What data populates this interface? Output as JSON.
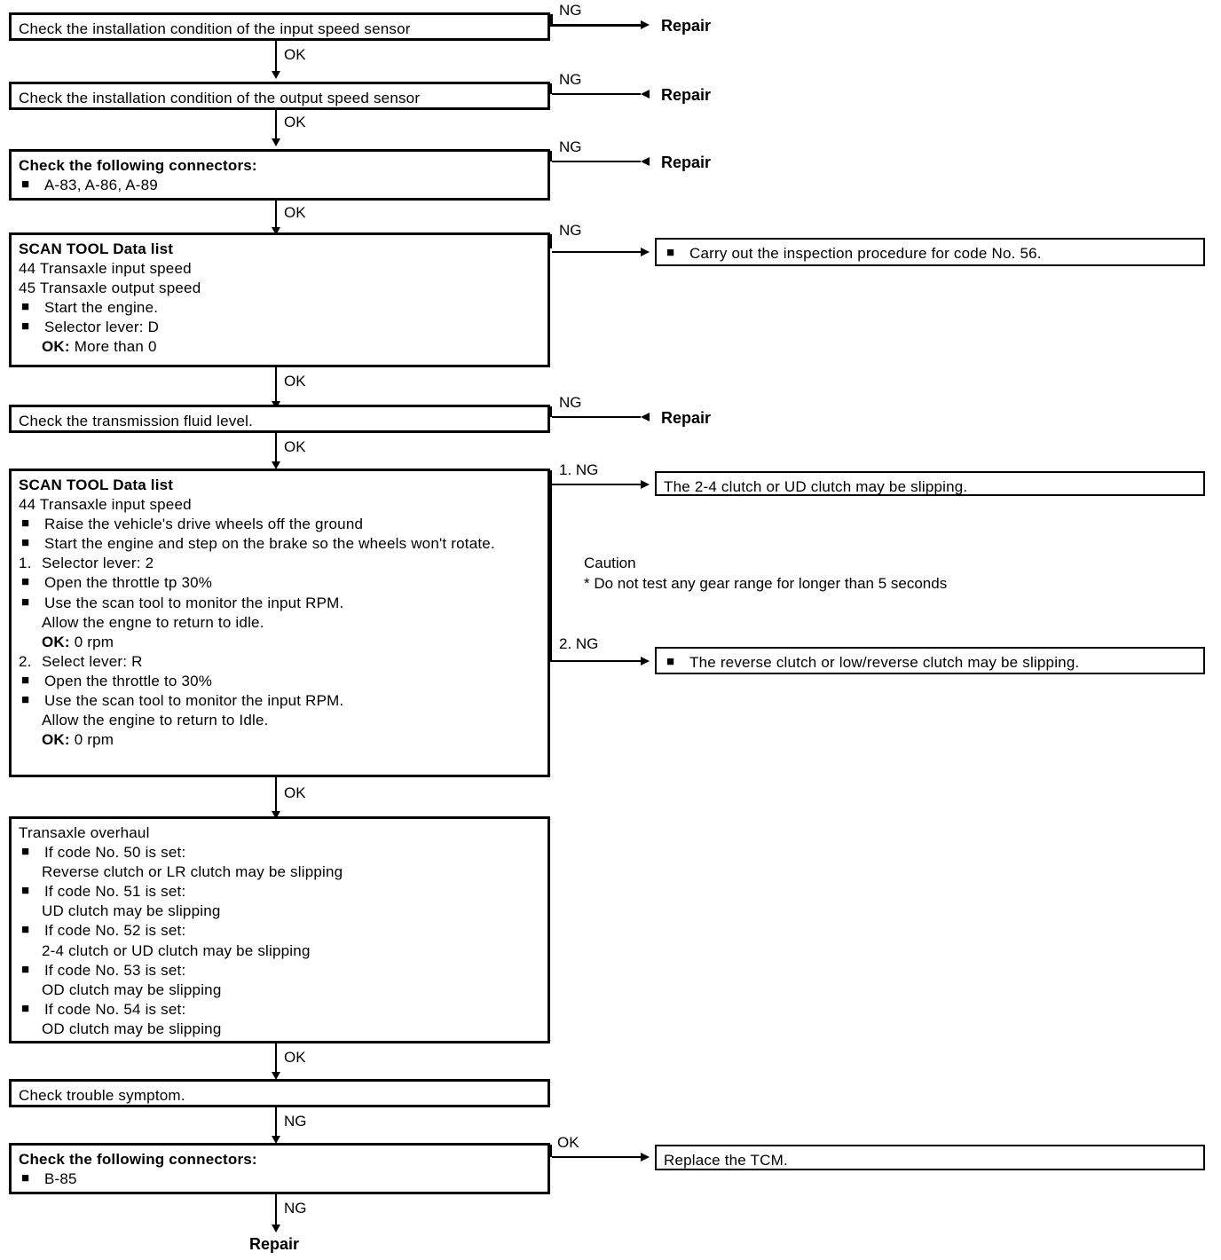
{
  "diagram": {
    "title": "Automatic transaxle speed sensor troubleshooting flowchart",
    "labels": {
      "ok": "OK",
      "ng": "NG",
      "ng_1": "1.  NG",
      "ng_2": "2.  NG",
      "repair": "Repair"
    },
    "steps": {
      "step1": {
        "text": "Check the installation condition of the input speed sensor",
        "branch_label": "NG",
        "branch_result": "Repair",
        "pass_label": "OK"
      },
      "step2": {
        "text": "Check the installation condition of the output speed sensor",
        "branch_label": "NG",
        "branch_result": "Repair",
        "pass_label": "OK"
      },
      "step3": {
        "title": "Check the following connectors:",
        "items": [
          "A-83, A-86, A-89"
        ],
        "branch_label": "NG",
        "branch_result": "Repair",
        "pass_label": "OK"
      },
      "step4": {
        "title": "SCAN TOOL Data list",
        "data_lines": [
          "44 Transaxle input speed",
          "45 Transaxle output speed"
        ],
        "items": [
          "Start the engine.",
          "Selector lever: D"
        ],
        "ok_label": "OK:",
        "ok_value": "More than 0",
        "branch_label": "NG",
        "pass_label": "OK"
      },
      "step4_branch": {
        "items": [
          "Carry out the inspection procedure for code No. 56."
        ]
      },
      "step5": {
        "text": "Check the transmission fluid level.",
        "branch_label": "NG",
        "branch_result": "Repair",
        "pass_label": "OK"
      },
      "step6": {
        "title": "SCAN TOOL Data list",
        "data_lines": [
          "44 Transaxle input speed"
        ],
        "pre_items": [
          "Raise the vehicle's drive wheels off the ground",
          "Start the engine and step on the brake so the wheels won't rotate."
        ],
        "proc1_num": "1.",
        "proc1_head": "Selector lever: 2",
        "proc1_items": [
          "Open the throttle tp 30%",
          "Use the scan tool to monitor the input RPM."
        ],
        "proc1_cont": "Allow the engne to return to idle.",
        "proc1_ok_label": "OK:",
        "proc1_ok_value": "0 rpm",
        "proc2_num": "2.",
        "proc2_head": "Select lever: R",
        "proc2_items": [
          "Open the throttle to 30%",
          "Use the scan tool to monitor the input RPM."
        ],
        "proc2_cont": "Allow the engine to return to Idle.",
        "proc2_ok_label": "OK:",
        "proc2_ok_value": "0 rpm",
        "pass_label": "OK"
      },
      "step6_branch1": {
        "label": "1.  NG",
        "text": "The 2-4 clutch or UD clutch may be slipping."
      },
      "step6_branch2": {
        "label": "2.  NG",
        "items": [
          "The reverse clutch or low/reverse clutch may be slipping."
        ]
      },
      "caution": {
        "heading": "Caution",
        "text": "*  Do not test any gear range for longer than 5 seconds"
      },
      "step7": {
        "title": "Transaxle overhaul",
        "entries": [
          {
            "cond": "If code No. 50 is set:",
            "result": "Reverse clutch or LR clutch may be slipping"
          },
          {
            "cond": "If code No. 51 is set:",
            "result": "UD clutch may be slipping"
          },
          {
            "cond": "If code No. 52 is set:",
            "result": "2-4 clutch or UD clutch may be slipping"
          },
          {
            "cond": "If code No. 53 is set:",
            "result": "OD clutch may be slipping"
          },
          {
            "cond": "If code No. 54 is set:",
            "result": "OD clutch may be slipping"
          }
        ],
        "pass_label": "OK"
      },
      "step8": {
        "text": "Check trouble symptom.",
        "fail_label": "NG"
      },
      "step9": {
        "title": "Check the following connectors:",
        "items": [
          "B-85"
        ],
        "branch_label": "OK",
        "fail_label": "NG"
      },
      "step9_branch": {
        "text": "Replace the TCM."
      },
      "final": {
        "text": "Repair"
      }
    }
  },
  "colors": {
    "ink": "#000000",
    "paper": "#ffffff"
  }
}
